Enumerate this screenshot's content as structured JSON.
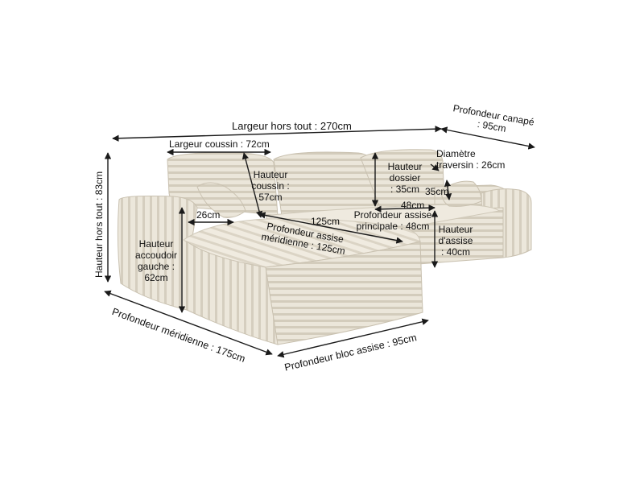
{
  "colors": {
    "fabric": "#e9e4d8",
    "fabric_dark": "#cfc8b8",
    "rib": "#bdb5a4",
    "arrow": "#1a1a1a"
  },
  "labels": {
    "largeur_hors_tout": "Largeur hors tout : 270cm",
    "profondeur_canape_1": "Profondeur canapé",
    "profondeur_canape_2": ": 95cm",
    "largeur_coussin": "Largeur coussin : 72cm",
    "diametre_1": "Diamètre",
    "diametre_2": "traversin : 26cm",
    "hauteur_hors_tout": "Hauteur hors tout : 83cm",
    "hauteur_coussin_1": "Hauteur",
    "hauteur_coussin_2": "coussin :",
    "hauteur_coussin_3": "57cm",
    "hauteur_dossier_1": "Hauteur",
    "hauteur_dossier_2": "dossier",
    "hauteur_dossier_3": ": 35cm",
    "dim_35cm": "35cm",
    "dim_48cm": "48cm",
    "prof_assise_princ_1": "Profondeur assise",
    "prof_assise_princ_2": "principale : 48cm",
    "dim_26cm": "26cm",
    "dim_125cm": "125cm",
    "prof_assise_merid_1": "Profondeur assise",
    "prof_assise_merid_2": "méridienne : 125cm",
    "hauteur_assise_1": "Hauteur",
    "hauteur_assise_2": "d'assise",
    "hauteur_assise_3": ": 40cm",
    "hauteur_accoudoir_1": "Hauteur",
    "hauteur_accoudoir_2": "accoudoir",
    "hauteur_accoudoir_3": "gauche :",
    "hauteur_accoudoir_4": "62cm",
    "profondeur_meridienne": "Profondeur méridienne : 175cm",
    "profondeur_bloc_assise": "Profondeur bloc assise : 95cm"
  }
}
